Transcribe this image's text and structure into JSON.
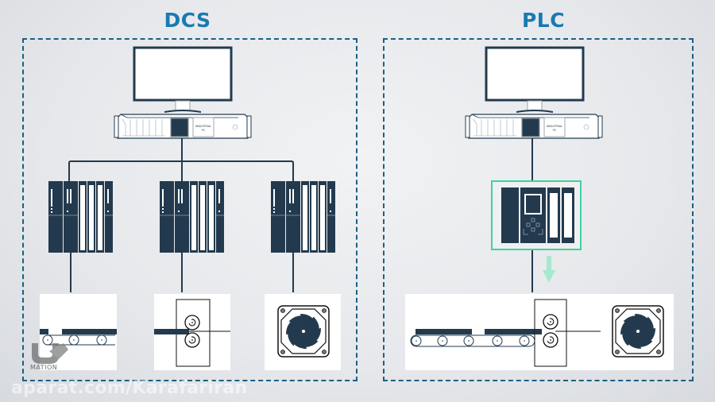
{
  "diagram": {
    "panels": [
      {
        "id": "dcs",
        "title": "DCS",
        "workstation": {
          "monitor": "monitor",
          "pc_label_line1": "INDUSTRIAL",
          "pc_label_line2": "PC"
        },
        "controllers": [
          "distributed-controller",
          "distributed-controller",
          "distributed-controller"
        ],
        "field_devices": [
          "conveyor-belt",
          "roller-press",
          "fan"
        ]
      },
      {
        "id": "plc",
        "title": "PLC",
        "workstation": {
          "monitor": "monitor",
          "pc_label_line1": "INDUSTRIAL",
          "pc_label_line2": "PC"
        },
        "controllers": [
          "plc-controller"
        ],
        "controller_highlight_color": "#3fd1a2",
        "arrow_color": "#a6e9cf",
        "field_devices": [
          "conveyor-belt",
          "roller-press",
          "fan"
        ]
      }
    ],
    "colors": {
      "title": "#1a7ab0",
      "dashed_border": "#1d5f86",
      "device_dark": "#233a4e",
      "background": "#e8eaed"
    }
  },
  "watermark": {
    "logo_text": "MATION",
    "url": "aparat.com/Karafariran"
  }
}
